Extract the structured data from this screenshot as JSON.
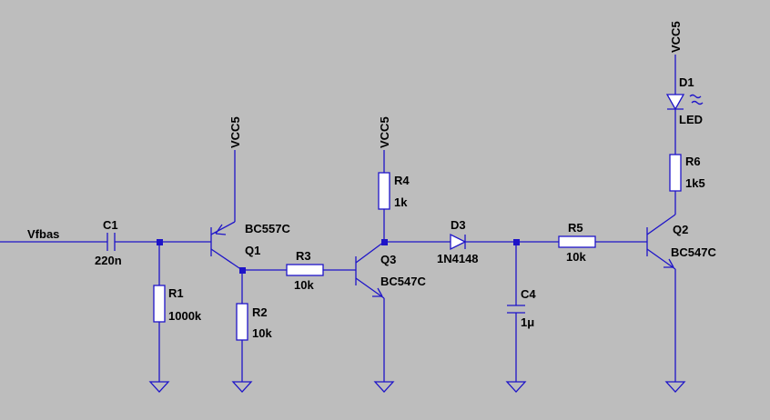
{
  "schematic": {
    "colors": {
      "background": "#bdbdbd",
      "wire": "#1e14c8",
      "text": "#000000",
      "body": "#ffffff"
    },
    "net_labels": {
      "input": "Vfbas",
      "vcc_q1": "VCC5",
      "vcc_r4": "VCC5",
      "vcc_d1": "VCC5"
    },
    "components": {
      "C1": {
        "ref": "C1",
        "value": "220n"
      },
      "R1": {
        "ref": "R1",
        "value": "1000k"
      },
      "Q1": {
        "ref": "Q1",
        "value": "BC557C"
      },
      "R2": {
        "ref": "R2",
        "value": "10k"
      },
      "R3": {
        "ref": "R3",
        "value": "10k"
      },
      "R4": {
        "ref": "R4",
        "value": "1k"
      },
      "Q3": {
        "ref": "Q3",
        "value": "BC547C"
      },
      "D3": {
        "ref": "D3",
        "value": "1N4148"
      },
      "C4": {
        "ref": "C4",
        "value": "1μ"
      },
      "R5": {
        "ref": "R5",
        "value": "10k"
      },
      "Q2": {
        "ref": "Q2",
        "value": "BC547C"
      },
      "R6": {
        "ref": "R6",
        "value": "1k5"
      },
      "D1": {
        "ref": "D1",
        "value": "LED"
      }
    }
  }
}
